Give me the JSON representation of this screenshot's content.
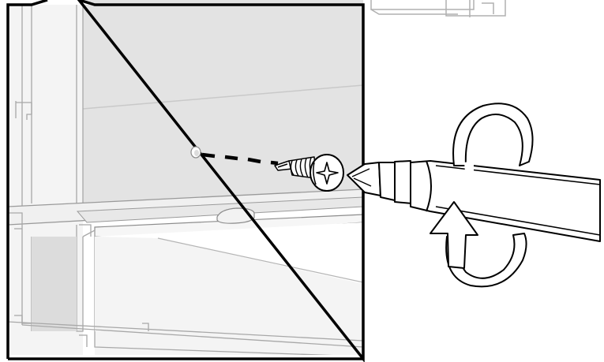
{
  "illustration": {
    "subject": "screw-installation-step",
    "parts": [
      "frame-profile",
      "pilot-hole",
      "self-drilling-screw",
      "screwdriver-bit",
      "screwdriver",
      "rotation-arrow"
    ],
    "colors": {
      "outline": "#000000",
      "panel_fill": "#e6e6e6",
      "profile_fill": "#f2f2f2",
      "background": "#ffffff",
      "faint_line": "#b0b0b0"
    }
  }
}
